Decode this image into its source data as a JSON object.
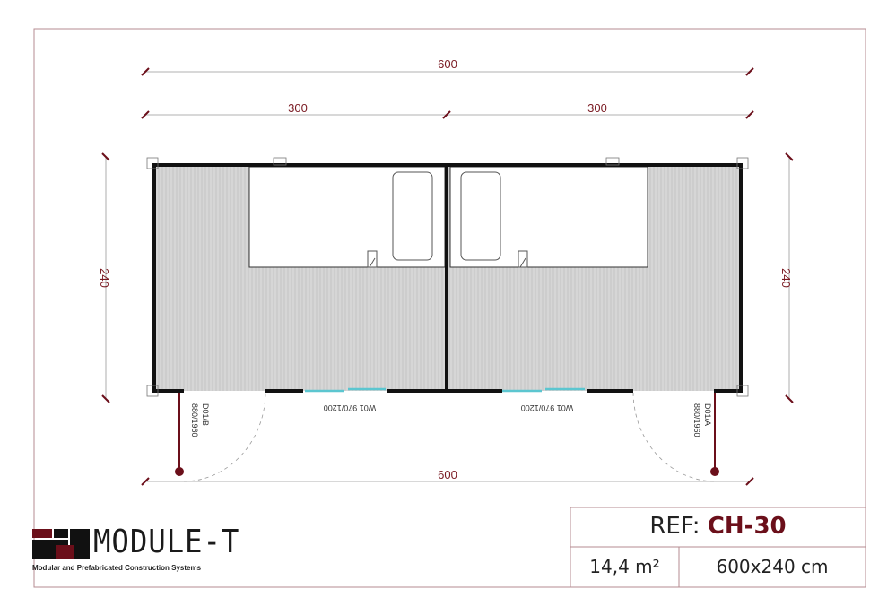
{
  "dimensions": {
    "top_total": "600",
    "top_left": "300",
    "top_right": "300",
    "left_height": "240",
    "right_height": "240",
    "bottom_total": "600"
  },
  "openings": {
    "door_left": {
      "code": "D01/B",
      "size": "880/1960"
    },
    "door_right": {
      "code": "D01/A",
      "size": "880/1960"
    },
    "window_left": "W01  970/1200",
    "window_right": "W01  970/1200"
  },
  "logo": {
    "name": "MODULE-T",
    "tagline": "Modular and Prefabricated Construction Systems"
  },
  "title_block": {
    "ref_label": "REF:",
    "ref_value": "CH-30",
    "area": "14,4 m²",
    "size": "600x240 cm"
  },
  "colors": {
    "accent": "#6b0f1a",
    "frame": "#b07a80",
    "floor": "#d4d4d4",
    "window": "#5cc6d0"
  }
}
